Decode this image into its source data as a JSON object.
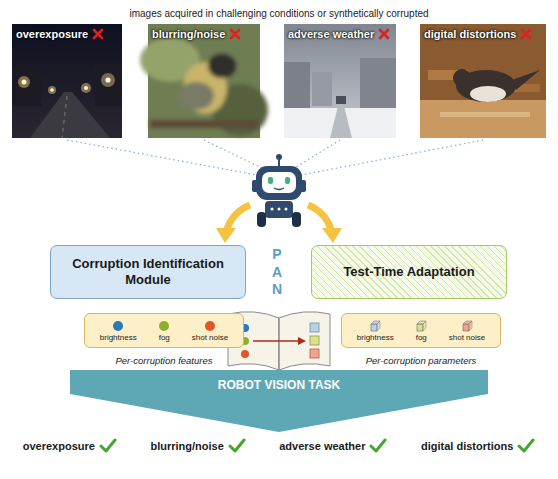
{
  "diagram": {
    "title": "images acquired in challenging conditions or synthetically corrupted",
    "nodes": [
      {
        "text": [
          "Corruption Identification Module"
        ]
      },
      {
        "text": [
          "Test-Time Adaptation"
        ]
      },
      {
        "text": [
          "brightness",
          "fog",
          "shot noise",
          "Per-corruption features"
        ]
      },
      {
        "text": [
          "brightness",
          "fog",
          "shot noise",
          "Per-corruption parameters"
        ]
      },
      {
        "text": [
          "ROBOT VISION TASK"
        ]
      }
    ],
    "labels": [
      "overexposure",
      "blurring/noise",
      "adverse weather",
      "digital distortions",
      "PAN",
      "overexposure",
      "blurring/noise",
      "adverse weather",
      "digital distortions"
    ]
  }
}
